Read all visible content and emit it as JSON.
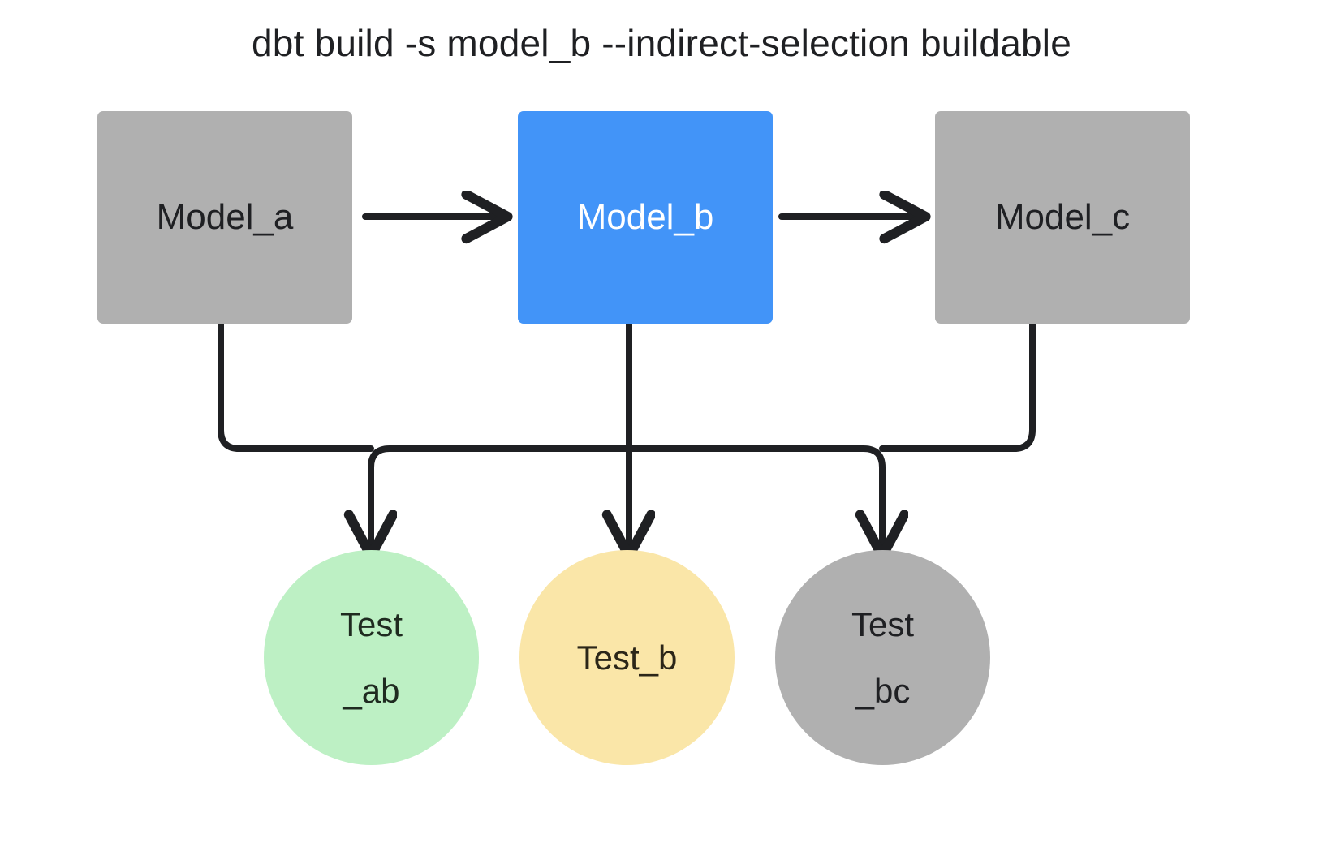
{
  "diagram": {
    "title": "dbt build -s model_b --indirect-selection buildable",
    "background_color": "#ffffff",
    "edge_color": "#1f2023",
    "models": [
      {
        "id": "model_a",
        "label": "Model_a",
        "shape": "rounded-rectangle",
        "fill_color": "#b0b0b0",
        "text_color": "#1f2023",
        "selected": false
      },
      {
        "id": "model_b",
        "label": "Model_b",
        "shape": "rounded-rectangle",
        "fill_color": "#4294f8",
        "text_color": "#ffffff",
        "selected": true
      },
      {
        "id": "model_c",
        "label": "Model_c",
        "shape": "rounded-rectangle",
        "fill_color": "#b0b0b0",
        "text_color": "#1f2023",
        "selected": false
      }
    ],
    "tests": [
      {
        "id": "test_ab",
        "label_line1": "Test",
        "label_line2": "_ab",
        "shape": "circle",
        "fill_color": "#bdf0c4",
        "text_color": "#1f2b20",
        "status": "will-run"
      },
      {
        "id": "test_b",
        "label_line1": "Test_b",
        "label_line2": "",
        "shape": "circle",
        "fill_color": "#fae6a8",
        "text_color": "#2b2618",
        "status": "selected"
      },
      {
        "id": "test_bc",
        "label_line1": "Test",
        "label_line2": "_bc",
        "shape": "circle",
        "fill_color": "#b0b0b0",
        "text_color": "#1f2023",
        "status": "excluded"
      }
    ],
    "edges": [
      {
        "from": "model_a",
        "to": "model_b",
        "style": "arrow-right"
      },
      {
        "from": "model_b",
        "to": "model_c",
        "style": "arrow-right"
      },
      {
        "from": "model_a",
        "to": "test_ab",
        "style": "elbow-arrow-down"
      },
      {
        "from": "model_b",
        "to": "test_ab",
        "style": "elbow-arrow-down"
      },
      {
        "from": "model_b",
        "to": "test_b",
        "style": "arrow-down"
      },
      {
        "from": "model_b",
        "to": "test_bc",
        "style": "elbow-arrow-down"
      },
      {
        "from": "model_c",
        "to": "test_bc",
        "style": "elbow-arrow-down"
      }
    ]
  }
}
